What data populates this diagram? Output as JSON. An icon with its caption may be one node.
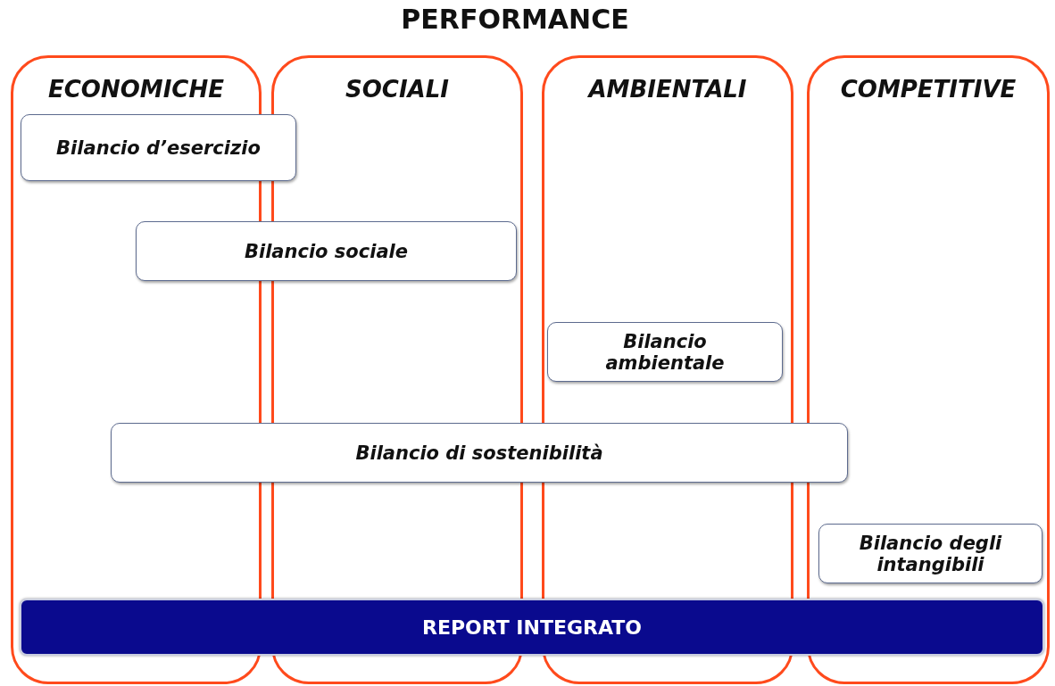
{
  "diagram": {
    "title": "PERFORMANCE",
    "nodes": [
      {
        "text": [
          "ECONOMICHE"
        ]
      },
      {
        "text": [
          "SOCIALI"
        ]
      },
      {
        "text": [
          "AMBIENTALI"
        ]
      },
      {
        "text": [
          "COMPETITIVE"
        ]
      },
      {
        "text": [
          "Bilancio d’esercizio"
        ]
      },
      {
        "text": [
          "Bilancio sociale"
        ]
      },
      {
        "text": [
          "Bilancio ambientale"
        ],
        "in": 2
      },
      {
        "text": [
          "Bilancio di sostenibilità"
        ]
      },
      {
        "text": [
          "Bilancio degli intangibili"
        ],
        "in": 3
      },
      {
        "text": [
          "REPORT INTEGRATO"
        ]
      }
    ],
    "edges": []
  }
}
